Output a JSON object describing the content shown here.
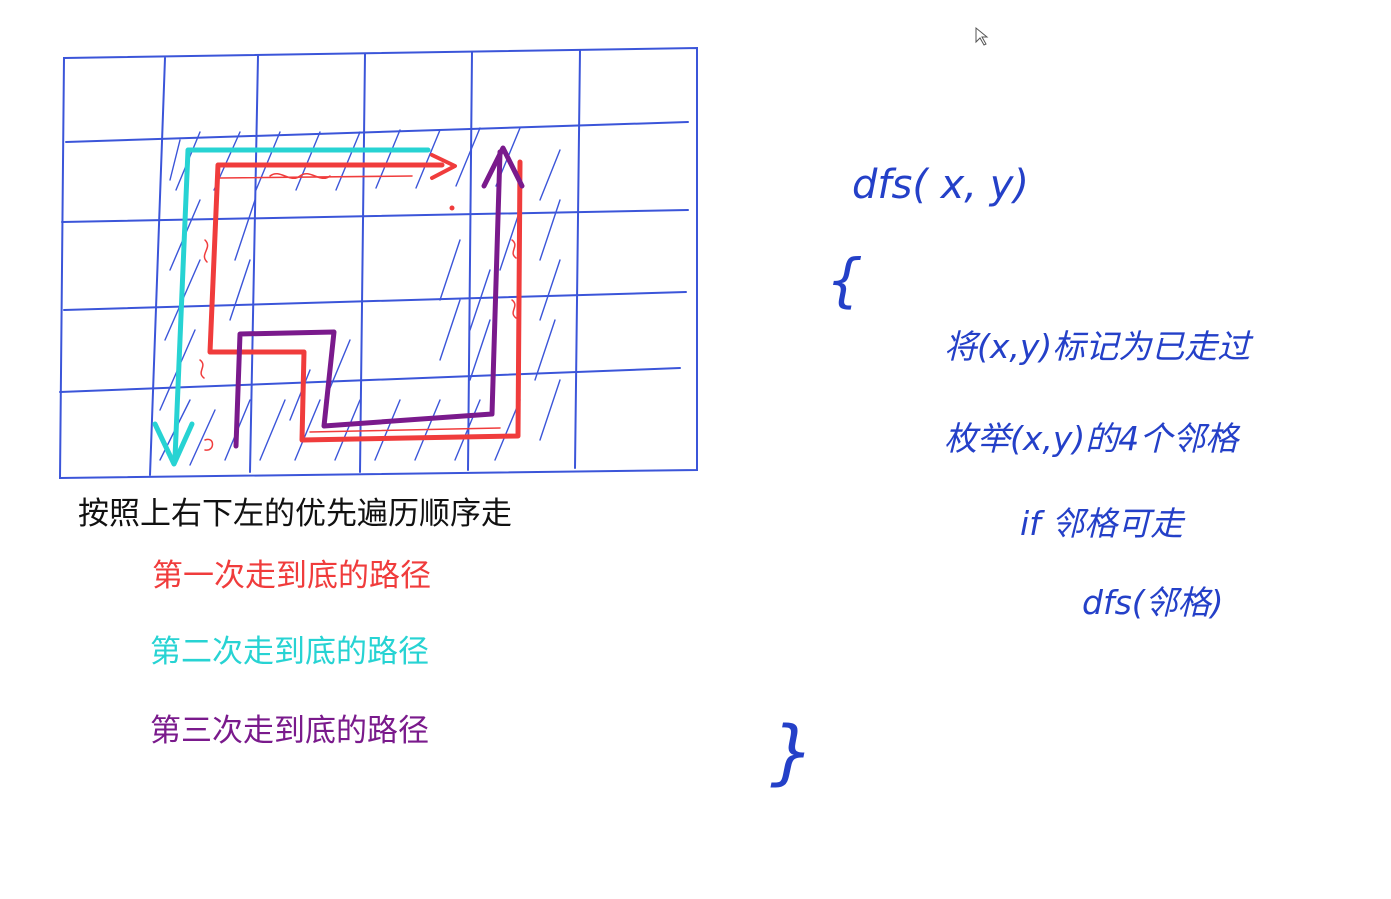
{
  "captions": {
    "order": "按照上右下左的优先遍历顺序走",
    "first_path": "第一次走到底的路径",
    "second_path": "第二次走到底的路径",
    "third_path": "第三次走到底的路径"
  },
  "notes": {
    "func_sig": "dfs( x, y)",
    "open_brace": "{",
    "line1": "将(x,y)标记为已走过",
    "line2": "枚举(x,y)的4个邻格",
    "line3": "if 邻格可走",
    "line4": "dfs(邻格)",
    "close_brace": "}"
  },
  "colors": {
    "grid": "#3b55d9",
    "ink": "#2440c8",
    "first": "#f03c3c",
    "second": "#27d3d3",
    "third": "#7a1a8c",
    "caption_black": "#111111"
  }
}
